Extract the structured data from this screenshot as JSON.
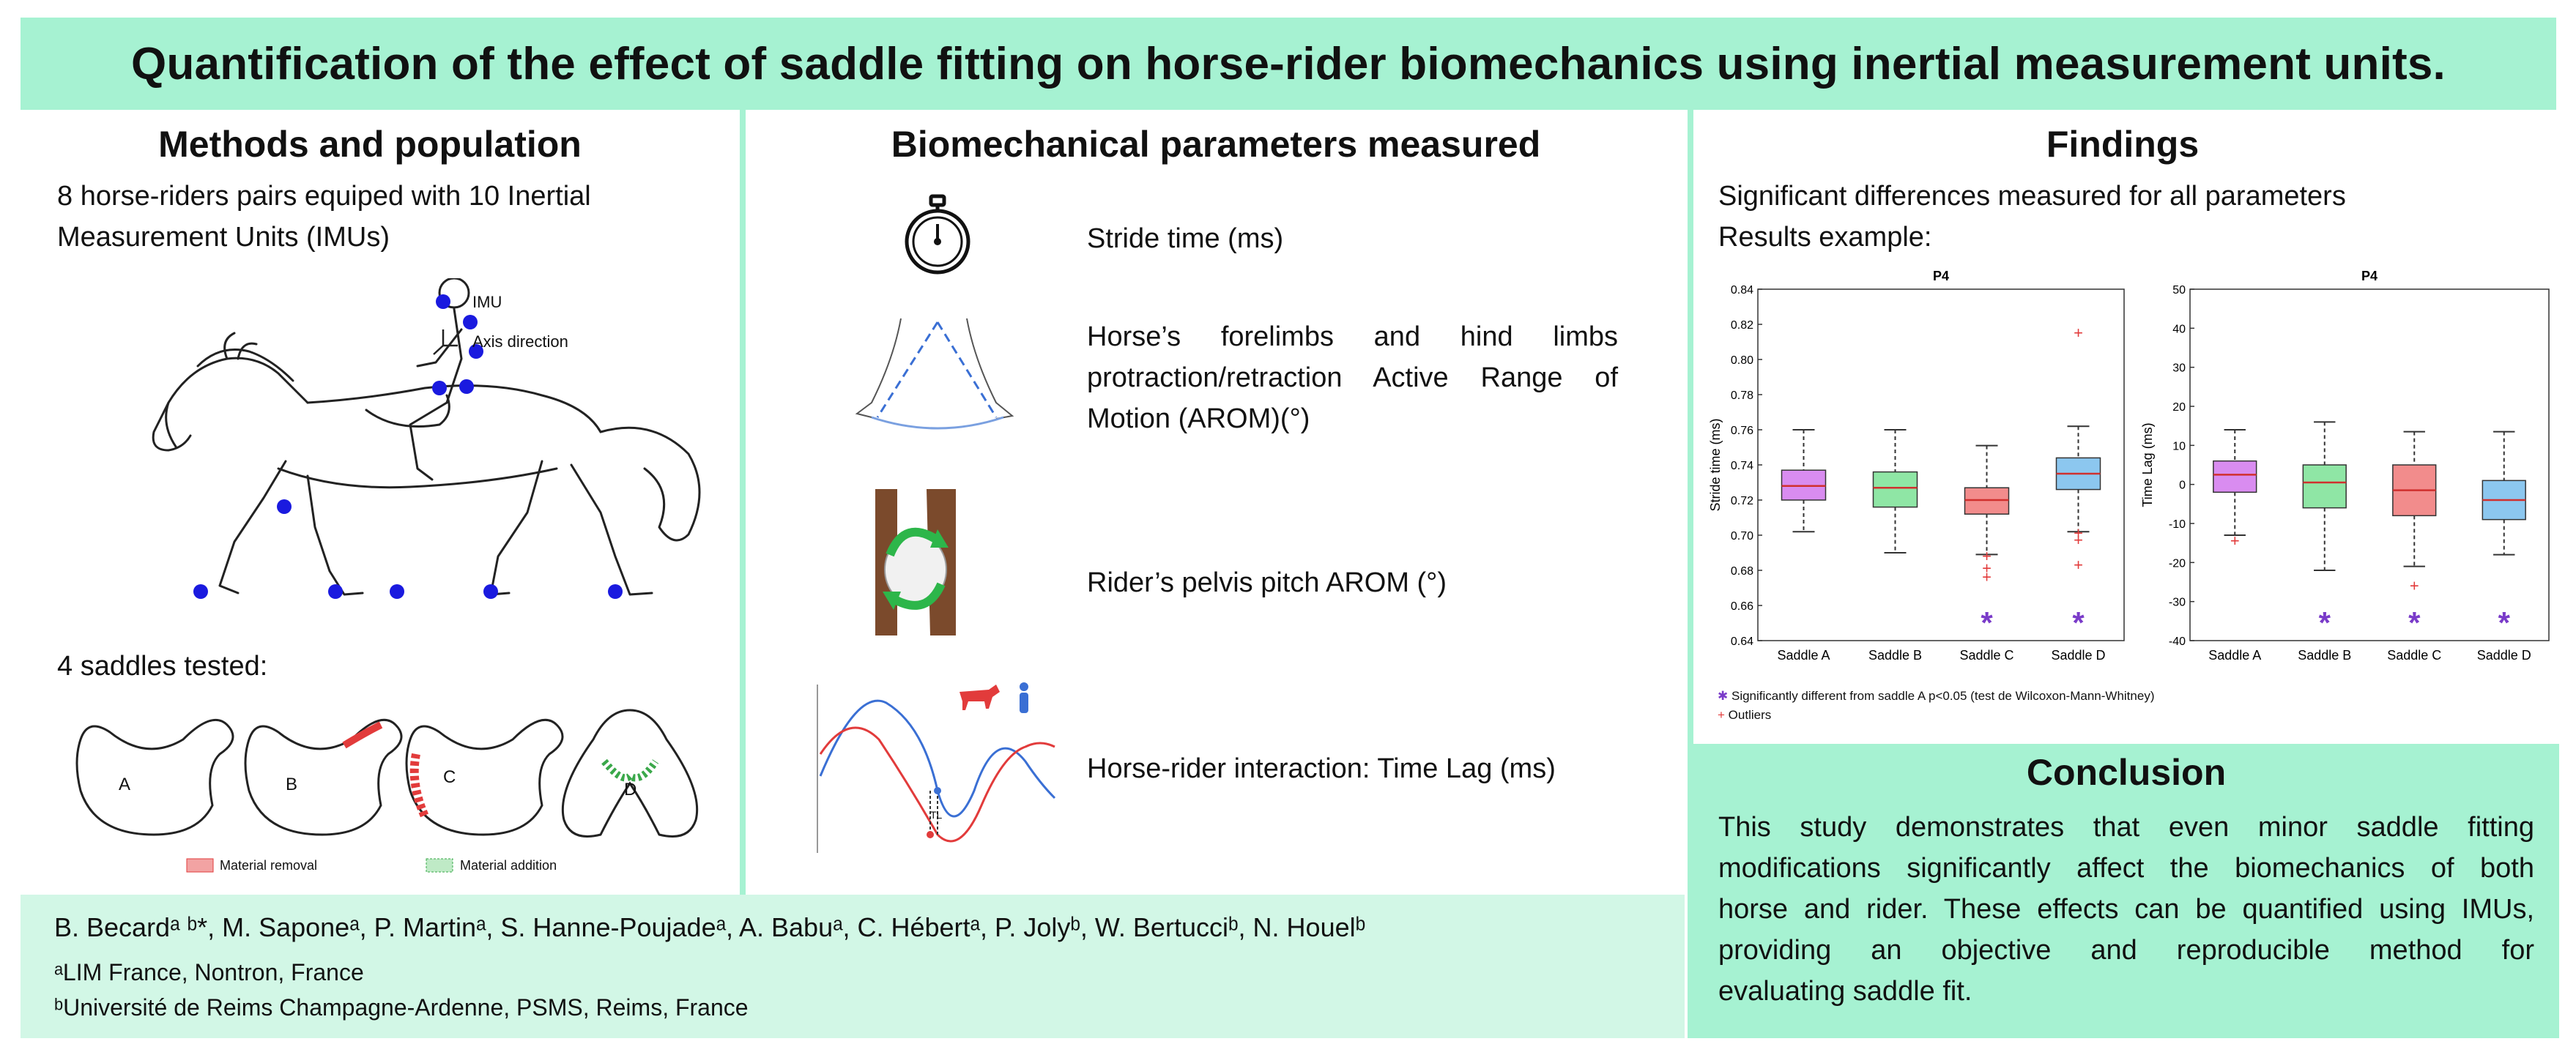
{
  "title": "Quantification of the effect of saddle fitting on horse-rider biomechanics using inertial measurement units.",
  "methods": {
    "heading": "Methods and population",
    "intro_line1": "8 horse-riders pairs equiped with 10 Inertial",
    "intro_line2": "Measurement Units (IMUs)",
    "legend_imu": "IMU",
    "legend_axis": "Axis direction",
    "saddles_heading": "4 saddles tested:",
    "saddle_labels": [
      "A",
      "B",
      "C",
      "D"
    ],
    "legend_removal": "Material removal",
    "legend_addition": "Material addition",
    "colors": {
      "imu": "#1a1adf",
      "removal": "#e23b3b",
      "addition": "#3aa84a"
    }
  },
  "parameters": {
    "heading": "Biomechanical parameters measured",
    "items": [
      {
        "icon": "stopwatch-icon",
        "lines": [
          "Stride time (ms)"
        ]
      },
      {
        "icon": "limb-protraction-icon",
        "lines": [
          "Horse’s forelimbs and hind limbs",
          "protraction/retraction Active Range of",
          "Motion (AROM)(°)"
        ]
      },
      {
        "icon": "pelvis-rotation-icon",
        "lines": [
          "Rider’s pelvis pitch AROM (°)"
        ]
      },
      {
        "icon": "waves-time-lag-icon",
        "lines": [
          "Horse-rider interaction: Time Lag (ms)"
        ]
      }
    ],
    "tl_label": "TL"
  },
  "findings": {
    "heading": "Findings",
    "line1": "Significant differences measured for all parameters",
    "line2": "Results example:",
    "footnote_sig": "Significantly different from saddle A p<0.05 (test de Wilcoxon-Mann-Whitney)",
    "footnote_out": "Outliers"
  },
  "chart_data": [
    {
      "type": "box",
      "title": "P4",
      "ylabel": "Stride time (ms)",
      "ylim": [
        0.64,
        0.84
      ],
      "yticks": [
        0.64,
        0.66,
        0.68,
        0.7,
        0.72,
        0.74,
        0.76,
        0.78,
        0.8,
        0.82,
        0.84
      ],
      "categories": [
        "Saddle A",
        "Saddle B",
        "Saddle C",
        "Saddle D"
      ],
      "colors": [
        "#d98cf0",
        "#8fe6a5",
        "#f28c8c",
        "#8cc7ef"
      ],
      "boxes": [
        {
          "whisker_low": 0.702,
          "q1": 0.72,
          "median": 0.728,
          "q3": 0.737,
          "whisker_high": 0.76,
          "outliers": [],
          "significant": false
        },
        {
          "whisker_low": 0.69,
          "q1": 0.716,
          "median": 0.727,
          "q3": 0.736,
          "whisker_high": 0.76,
          "outliers": [],
          "significant": false
        },
        {
          "whisker_low": 0.689,
          "q1": 0.712,
          "median": 0.72,
          "q3": 0.727,
          "whisker_high": 0.751,
          "outliers": [
            0.688,
            0.676,
            0.681
          ],
          "significant": true
        },
        {
          "whisker_low": 0.702,
          "q1": 0.726,
          "median": 0.735,
          "q3": 0.744,
          "whisker_high": 0.762,
          "outliers": [
            0.815,
            0.701,
            0.697,
            0.683
          ],
          "significant": true
        }
      ]
    },
    {
      "type": "box",
      "title": "P4",
      "ylabel": "Time Lag (ms)",
      "ylim": [
        -40,
        50
      ],
      "yticks": [
        -40,
        -30,
        -20,
        -10,
        0,
        10,
        20,
        30,
        40,
        50
      ],
      "categories": [
        "Saddle A",
        "Saddle B",
        "Saddle C",
        "Saddle D"
      ],
      "colors": [
        "#d98cf0",
        "#8fe6a5",
        "#f28c8c",
        "#8cc7ef"
      ],
      "boxes": [
        {
          "whisker_low": -13,
          "q1": -2,
          "median": 2.5,
          "q3": 6,
          "whisker_high": 14,
          "outliers": [
            -14.5
          ],
          "significant": false
        },
        {
          "whisker_low": -22,
          "q1": -6,
          "median": 0.5,
          "q3": 5,
          "whisker_high": 16,
          "outliers": [],
          "significant": true
        },
        {
          "whisker_low": -21,
          "q1": -8,
          "median": -1.5,
          "q3": 5,
          "whisker_high": 13.5,
          "outliers": [
            -26
          ],
          "significant": true
        },
        {
          "whisker_low": -18,
          "q1": -9,
          "median": -4,
          "q3": 1,
          "whisker_high": 13.5,
          "outliers": [],
          "significant": true
        }
      ]
    }
  ],
  "authors": {
    "line1": "B. Becardᵃ ᵇ*, M. Saponeᵃ, P. Martinᵃ, S. Hanne-Poujadeᵃ, A. Babuᵃ, C. Hébertᵃ, P. Jolyᵇ, W. Bertucciᵇ, N. Houelᵇ",
    "aff_a": "ᵃLIM France, Nontron, France",
    "aff_b": "ᵇUniversité de Reims Champagne-Ardenne, PSMS, Reims, France"
  },
  "conclusion": {
    "heading": "Conclusion",
    "lines": [
      "This study demonstrates that even minor saddle fitting",
      "modifications significantly affect the biomechanics of both",
      "horse and rider. These effects can be quantified using IMUs,",
      "providing an objective and reproducible method for",
      "evaluating saddle fit."
    ]
  }
}
